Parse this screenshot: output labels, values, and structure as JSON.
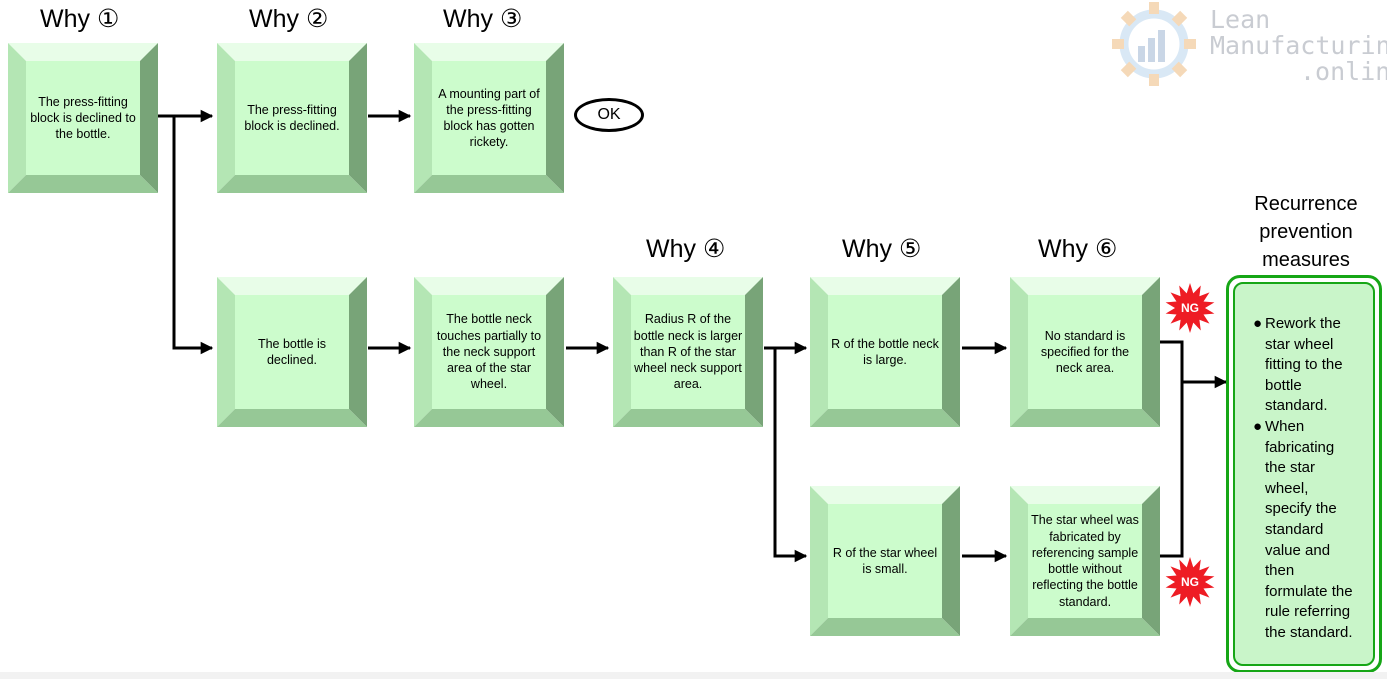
{
  "headers": {
    "why1": "Why ①",
    "why2": "Why ②",
    "why3": "Why ③",
    "why4": "Why ④",
    "why5": "Why ⑤",
    "why6": "Why ⑥"
  },
  "boxes": {
    "b1": "The press-fitting block is declined to the bottle.",
    "b2": "The press-fitting block is declined.",
    "b3": "A mounting part of the press-fitting block has gotten rickety.",
    "b4": "The bottle is declined.",
    "b5": "The bottle neck touches partially to the neck support area of the star wheel.",
    "b6": "Radius R of the bottle neck is larger than R of the star wheel neck support area.",
    "b7": "R of the bottle neck is large.",
    "b8": "No standard is specified for the neck area.",
    "b9": "R of the star wheel is small.",
    "b10": "The star wheel was fabricated by referencing sample bottle without reflecting the bottle standard."
  },
  "ok_label": "OK",
  "ng_label": "NG",
  "recurrence": {
    "title": "Recurrence prevention measures",
    "bullet": "●",
    "items": [
      "Rework the star wheel fitting to the bottle standard.",
      "When fabricating the star wheel, specify the standard value and then formulate the rule referring the standard."
    ]
  },
  "logo": {
    "line1": "Lean",
    "line2": "Manufacturing",
    "line3": ".online"
  },
  "colors": {
    "box_face": "#ccfccc",
    "box_top": "#e8fde8",
    "box_left": "#b4e6b4",
    "box_right": "#78a478",
    "box_bottom": "#96c896",
    "connector": "#000000",
    "ng_burst": "#ee1c24",
    "recurrence_border": "#16a616",
    "recurrence_fill": "#c9f5c9"
  }
}
